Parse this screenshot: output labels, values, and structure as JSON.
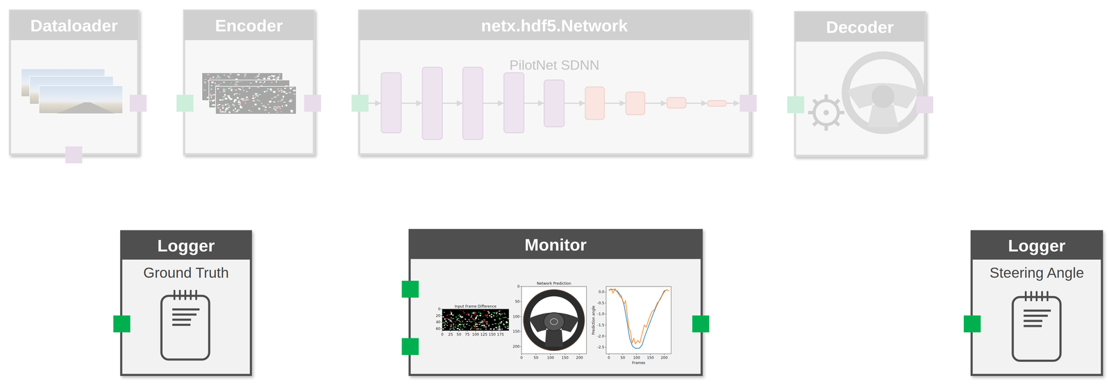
{
  "diagram": {
    "nodes": [
      {
        "text": [
          "Dataloader"
        ]
      },
      {
        "text": [
          "Encoder"
        ]
      },
      {
        "text": [
          "netx.hdf5.Network",
          "PilotNet SDNN"
        ]
      },
      {
        "text": [
          "Decoder"
        ]
      },
      {
        "text": [
          "Logger",
          "Ground Truth"
        ]
      },
      {
        "text": [
          "Monitor"
        ]
      },
      {
        "text": [
          "Logger",
          "Steering Angle"
        ]
      }
    ],
    "labels": [
      "Input Frame Difference",
      "0",
      "20",
      "40",
      "60",
      "0",
      "25",
      "50",
      "75",
      "100",
      "125",
      "150",
      "175",
      "Network Prediction",
      "0",
      "50",
      "100",
      "150",
      "200",
      "0",
      "50",
      "100",
      "150",
      "200",
      "0.0",
      "-0.5",
      "-1.0",
      "-1.5",
      "-2.0",
      "-2.5",
      "0",
      "50",
      "100",
      "150",
      "200",
      "Prediction angle",
      "Frames"
    ]
  }
}
